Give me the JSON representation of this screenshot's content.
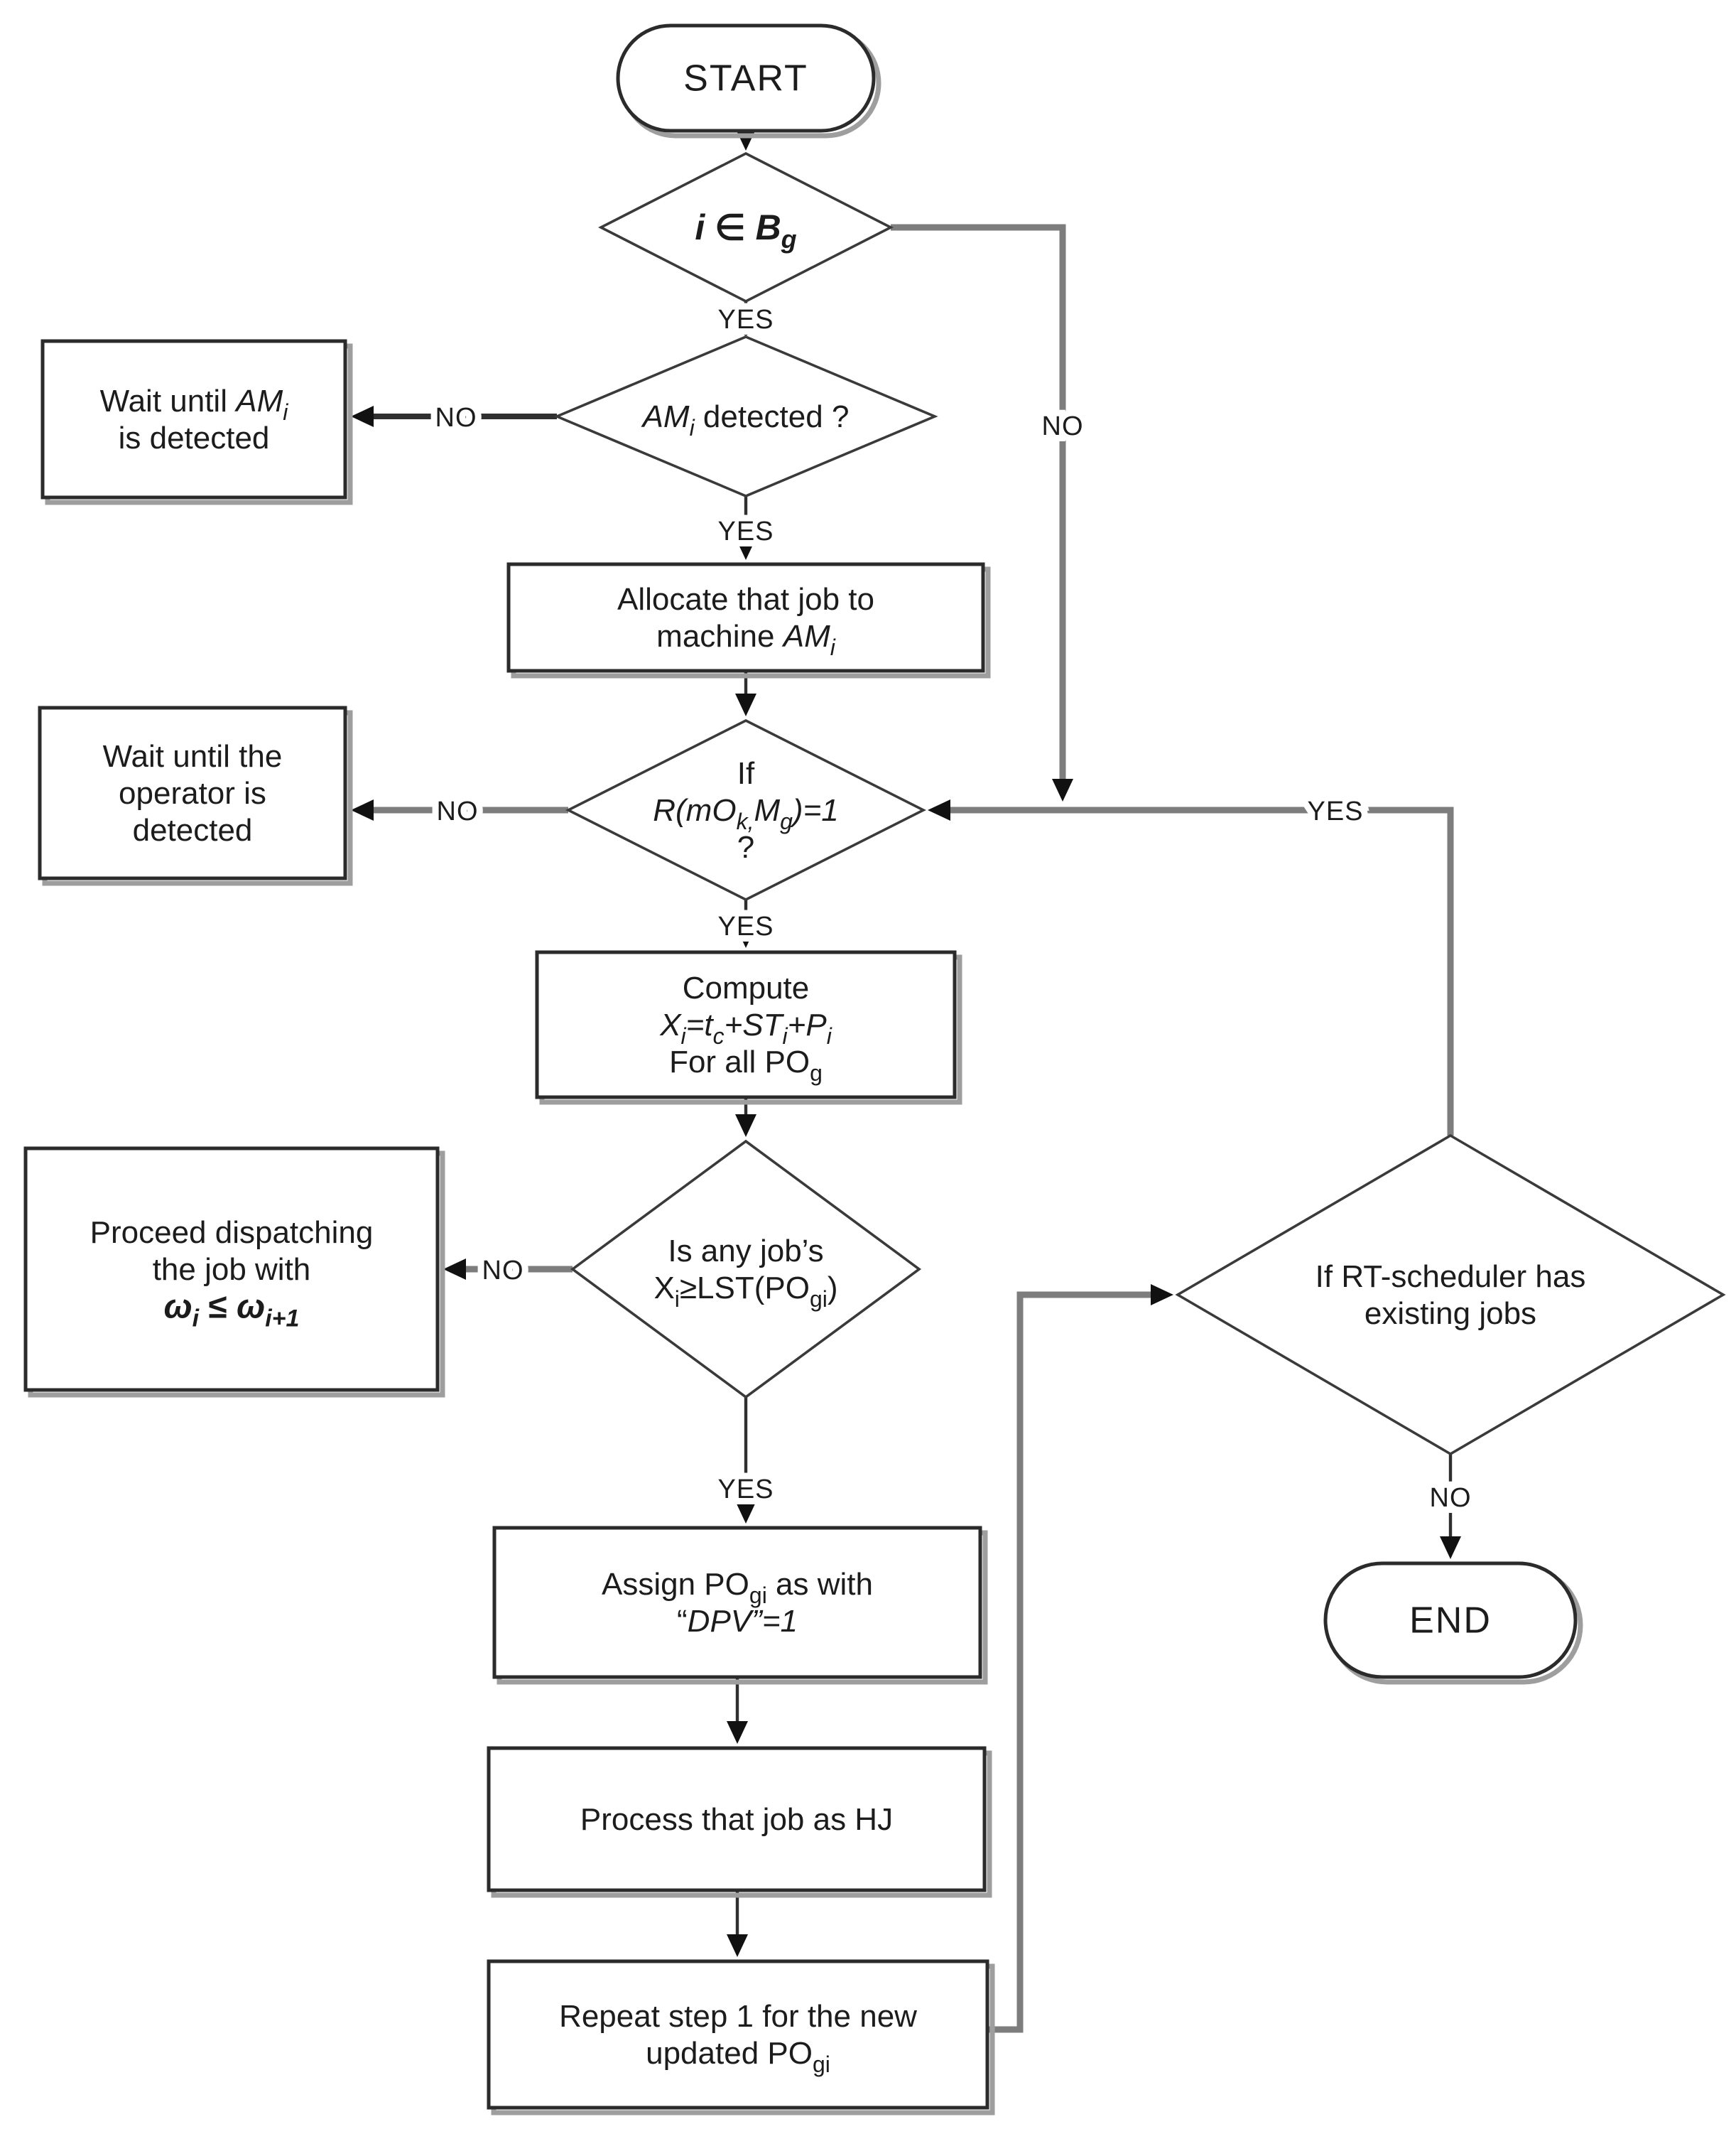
{
  "diagram": {
    "background": "#ffffff",
    "colors": {
      "line_dark": "#2f2f2f",
      "line_gray": "#7d7d7d",
      "arrow": "#111111",
      "border": "#2b2b2b",
      "shadow": "#9e9e9e",
      "text": "#1c1c1c",
      "label_text": "#3f3f3f",
      "node_fill": "#ffffff"
    },
    "nodes": [
      {
        "id": "start",
        "shape": "terminator",
        "lines": [
          [
            {
              "t": "START"
            }
          ]
        ]
      },
      {
        "id": "d_batch",
        "shape": "decision",
        "lines": [
          [
            {
              "t": "i",
              "i": true,
              "b": true
            },
            {
              "t": " ∈ ",
              "b": true
            },
            {
              "t": "B",
              "i": true,
              "b": true
            },
            {
              "t": "g",
              "i": true,
              "b": true,
              "sub": true
            }
          ]
        ]
      },
      {
        "id": "wait_am",
        "shape": "process",
        "lines": [
          [
            {
              "t": "Wait until "
            },
            {
              "t": "AM",
              "i": true
            },
            {
              "t": "i",
              "i": true,
              "sub": true
            }
          ],
          [
            {
              "t": "is detected"
            }
          ]
        ]
      },
      {
        "id": "d_am",
        "shape": "decision",
        "lines": [
          [
            {
              "t": "AM",
              "i": true
            },
            {
              "t": "i",
              "i": true,
              "sub": true
            },
            {
              "t": " detected ?"
            }
          ]
        ]
      },
      {
        "id": "allocate",
        "shape": "process",
        "lines": [
          [
            {
              "t": "Allocate that job to"
            }
          ],
          [
            {
              "t": "machine "
            },
            {
              "t": "AM",
              "i": true
            },
            {
              "t": "i",
              "i": true,
              "sub": true
            }
          ]
        ]
      },
      {
        "id": "wait_operator",
        "shape": "process",
        "lines": [
          [
            {
              "t": "Wait until the"
            }
          ],
          [
            {
              "t": "operator is"
            }
          ],
          [
            {
              "t": "detected"
            }
          ]
        ]
      },
      {
        "id": "d_operator",
        "shape": "decision",
        "lines": [
          [
            {
              "t": "If"
            }
          ],
          [
            {
              "t": "R(mO",
              "i": true
            },
            {
              "t": "k,",
              "i": true,
              "sub": true
            },
            {
              "t": "M",
              "i": true
            },
            {
              "t": "g",
              "i": true,
              "sub": true
            },
            {
              "t": ")",
              "i": true
            },
            {
              "t": "=1",
              "i": true
            }
          ],
          [
            {
              "t": "?"
            }
          ]
        ]
      },
      {
        "id": "compute",
        "shape": "process",
        "lines": [
          [
            {
              "t": "Compute"
            }
          ],
          [
            {
              "t": "X",
              "i": true
            },
            {
              "t": "i",
              "i": true,
              "sub": true
            },
            {
              "t": "=",
              "i": true
            },
            {
              "t": "t",
              "i": true
            },
            {
              "t": "c",
              "i": true,
              "sub": true
            },
            {
              "t": "+",
              "i": true
            },
            {
              "t": "ST",
              "i": true
            },
            {
              "t": "i",
              "i": true,
              "sub": true
            },
            {
              "t": "+",
              "i": true
            },
            {
              "t": "P",
              "i": true
            },
            {
              "t": "i",
              "i": true,
              "sub": true
            }
          ],
          [
            {
              "t": "For all  PO"
            },
            {
              "t": "g",
              "sub": true
            }
          ]
        ]
      },
      {
        "id": "d_lst",
        "shape": "decision",
        "lines": [
          [
            {
              "t": "Is any job’s"
            }
          ],
          [
            {
              "t": "X"
            },
            {
              "t": "i",
              "sub": true
            },
            {
              "t": "≥LST(PO"
            },
            {
              "t": "gi",
              "sub": true
            },
            {
              "t": ")"
            }
          ]
        ]
      },
      {
        "id": "proceed",
        "shape": "process",
        "lines": [
          [
            {
              "t": "Proceed dispatching"
            }
          ],
          [
            {
              "t": "the job with"
            }
          ],
          [
            {
              "t": "ω",
              "i": true,
              "b": true
            },
            {
              "t": "i",
              "i": true,
              "b": true,
              "sub": true
            },
            {
              "t": " ≤ ",
              "b": true
            },
            {
              "t": "ω",
              "i": true,
              "b": true
            },
            {
              "t": "i+1",
              "i": true,
              "b": true,
              "sub": true
            }
          ]
        ]
      },
      {
        "id": "assign",
        "shape": "process",
        "lines": [
          [
            {
              "t": "Assign PO"
            },
            {
              "t": "gi",
              "sub": true
            },
            {
              "t": " as with"
            }
          ],
          [
            {
              "t": "“"
            },
            {
              "t": "DPV",
              "i": true
            },
            {
              "t": "”",
              "i": true
            },
            {
              "t": "=1",
              "i": true
            }
          ]
        ]
      },
      {
        "id": "process_hj",
        "shape": "process",
        "lines": [
          [
            {
              "t": "Process that job as HJ"
            }
          ]
        ]
      },
      {
        "id": "repeat",
        "shape": "process",
        "lines": [
          [
            {
              "t": "Repeat step 1 for the new"
            }
          ],
          [
            {
              "t": "updated PO"
            },
            {
              "t": "gi",
              "sub": true
            }
          ]
        ]
      },
      {
        "id": "d_rt",
        "shape": "decision",
        "lines": [
          [
            {
              "t": "If RT-scheduler has"
            }
          ],
          [
            {
              "t": "existing jobs"
            }
          ]
        ]
      },
      {
        "id": "end",
        "shape": "terminator",
        "lines": [
          [
            {
              "t": "END"
            }
          ]
        ]
      }
    ],
    "edges": [
      {
        "id": "start_to_batch",
        "label": ""
      },
      {
        "id": "batch_yes",
        "label": "YES"
      },
      {
        "id": "am_no",
        "label": "NO"
      },
      {
        "id": "am_yes",
        "label": "YES"
      },
      {
        "id": "allocate_to_operator",
        "label": ""
      },
      {
        "id": "operator_no",
        "label": "NO"
      },
      {
        "id": "operator_yes",
        "label": "YES"
      },
      {
        "id": "compute_to_lst",
        "label": ""
      },
      {
        "id": "lst_no",
        "label": "NO"
      },
      {
        "id": "lst_yes",
        "label": "YES"
      },
      {
        "id": "assign_to_process",
        "label": ""
      },
      {
        "id": "process_to_repeat",
        "label": ""
      },
      {
        "id": "repeat_to_rt",
        "label": ""
      },
      {
        "id": "rt_yes",
        "label": "YES"
      },
      {
        "id": "batch_no",
        "label": "NO"
      },
      {
        "id": "rt_no",
        "label": "NO"
      }
    ]
  }
}
